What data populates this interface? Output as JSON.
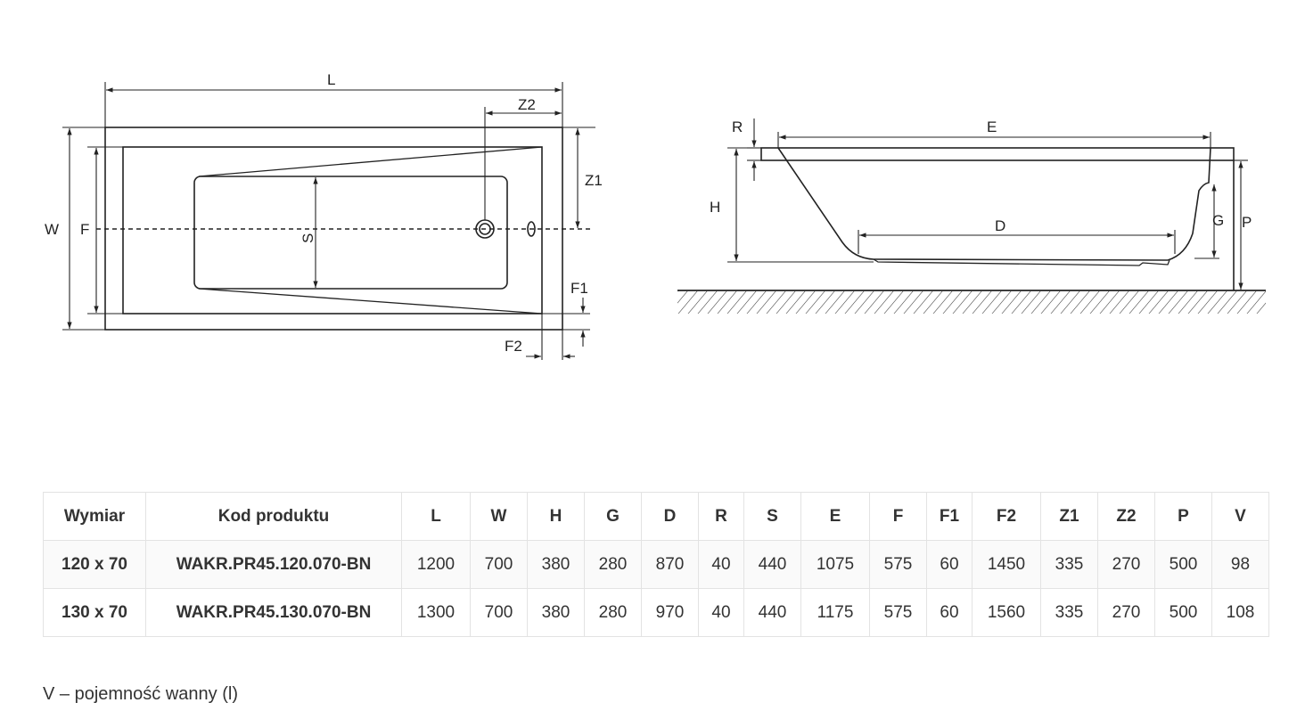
{
  "top_view": {
    "L": "L",
    "Z2": "Z2",
    "Z1": "Z1",
    "W": "W",
    "F": "F",
    "S": "S",
    "F1": "F1",
    "F2": "F2"
  },
  "side_view": {
    "R": "R",
    "E": "E",
    "H": "H",
    "D": "D",
    "G": "G",
    "P": "P"
  },
  "table": {
    "headers": [
      "Wymiar",
      "Kod produktu",
      "L",
      "W",
      "H",
      "G",
      "D",
      "R",
      "S",
      "E",
      "F",
      "F1",
      "F2",
      "Z1",
      "Z2",
      "P",
      "V"
    ],
    "rows": [
      [
        "120 x 70",
        "WAKR.PR45.120.070-BN",
        "1200",
        "700",
        "380",
        "280",
        "870",
        "40",
        "440",
        "1075",
        "575",
        "60",
        "1450",
        "335",
        "270",
        "500",
        "98"
      ],
      [
        "130 x 70",
        "WAKR.PR45.130.070-BN",
        "1300",
        "700",
        "380",
        "280",
        "970",
        "40",
        "440",
        "1175",
        "575",
        "60",
        "1560",
        "335",
        "270",
        "500",
        "108"
      ]
    ]
  },
  "footnote": "V – pojemność wanny (l)"
}
